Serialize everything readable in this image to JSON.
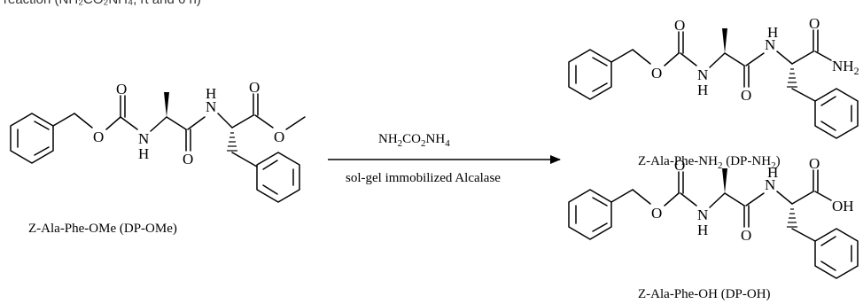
{
  "header_fragment": "reaction (NH₂CO₂NH₄, rt and 6 h)",
  "atoms": {
    "O": "O",
    "N": "N",
    "H": "H",
    "OH": "OH",
    "NH": "NH",
    "sub2": "2"
  },
  "reactant": {
    "name": "Z-Ala-Phe-OMe (DP-OMe)"
  },
  "conditions": {
    "reagent_main": "NH",
    "reagent_s1": "2",
    "reagent_mid": "CO",
    "reagent_s2": "2",
    "reagent_end": "NH",
    "reagent_s3": "4",
    "catalyst": "sol-gel immobilized Alcalase"
  },
  "product_amide": {
    "name_main": "Z-Ala-Phe-NH",
    "name_sub": "2",
    "name_mid": " (DP-NH",
    "name_sub2": "2",
    "name_end": ")"
  },
  "product_acid": {
    "name": "Z-Ala-Phe-OH (DP-OH)"
  }
}
